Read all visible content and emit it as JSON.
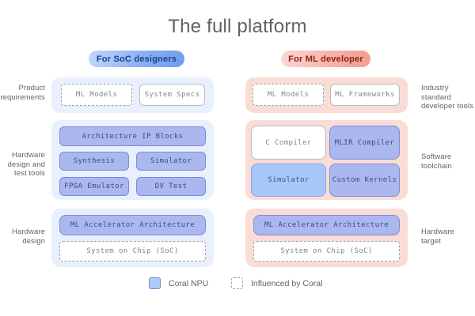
{
  "title": "The full platform",
  "colors": {
    "blue_container": "#e8f0fe",
    "pink_container": "#fadcd6",
    "coral_box_fill": "#abb7ef",
    "coral_box_border": "#7b8ad8",
    "light_blue_box_fill": "#a9c6f8",
    "pill_blue_accent": "#6d9eeb",
    "pill_pink_accent": "#f49c90",
    "legend_swatch_fill": "#aecbfa",
    "text_gray": "#5f6368"
  },
  "soc": {
    "pill": "For SoC designers",
    "labels": {
      "product_requirements": "Product\nrequirements",
      "hardware_design_tools": "Hardware\ndesign and\ntest tools",
      "hardware_design": "Hardware\ndesign"
    },
    "boxes": {
      "ml_models": "ML Models",
      "system_specs": "System Specs",
      "arch_ip_blocks": "Architecture IP Blocks",
      "synthesis": "Synthesis",
      "simulator": "Simulator",
      "fpga_emulator": "FPGA Emulator",
      "dv_test": "DV Test",
      "ml_accelerator": "ML Accelerator Architecture",
      "soc_chip": "System on Chip (SoC)"
    }
  },
  "ml": {
    "pill": "For ML developer",
    "labels": {
      "industry_standard": "Industry standard\ndeveloper tools",
      "software_toolchain": "Software\ntoolchain",
      "hardware_target": "Hardware\ntarget"
    },
    "boxes": {
      "ml_models": "ML Models",
      "ml_frameworks": "ML Frameworks",
      "c_compiler": "C Compiler",
      "mlir_compiler": "MLIR Compiler",
      "simulator": "Simulator",
      "custom_kernels": "Custom Kernels",
      "ml_accelerator": "ML Accelerator Architecture",
      "soc_chip": "System on Chip (SoC)"
    }
  },
  "legend": {
    "coral_npu": "Coral NPU",
    "influenced_by_coral": "Influenced by Coral"
  }
}
